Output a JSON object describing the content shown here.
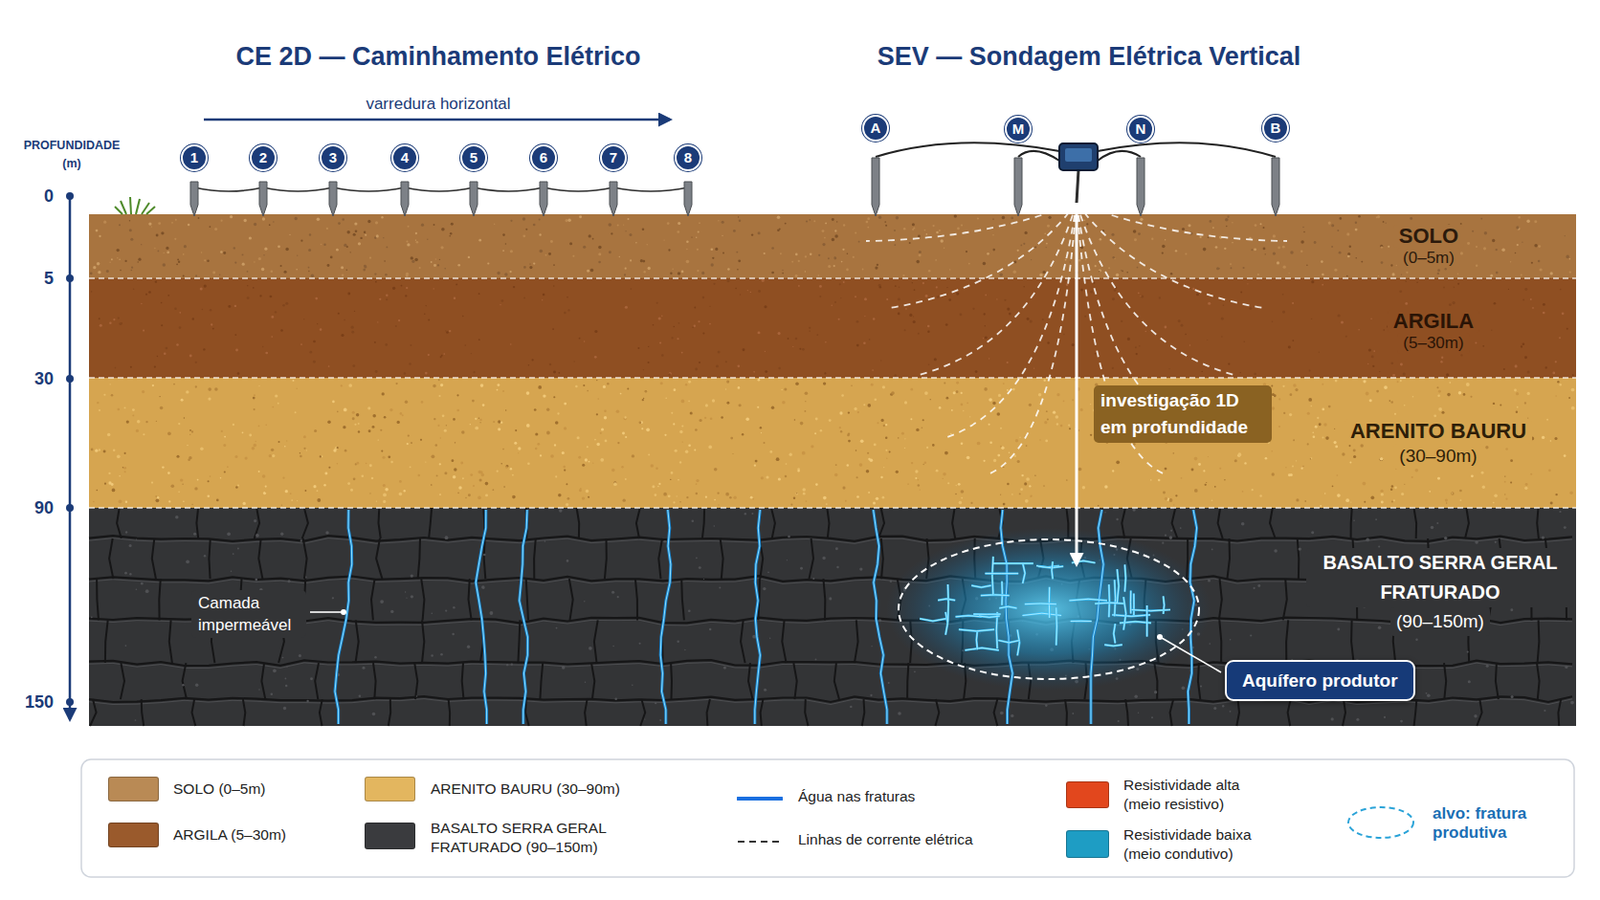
{
  "diagram": {
    "nodes": [
      {
        "text": [
          "1"
        ]
      },
      {
        "text": [
          "2"
        ]
      },
      {
        "text": [
          "3"
        ]
      },
      {
        "text": [
          "4"
        ]
      },
      {
        "text": [
          "5"
        ]
      },
      {
        "text": [
          "6"
        ]
      },
      {
        "text": [
          "7"
        ]
      },
      {
        "text": [
          "8"
        ]
      },
      {
        "text": [
          "A"
        ]
      },
      {
        "text": [
          "M"
        ]
      },
      {
        "text": [
          "N"
        ]
      },
      {
        "text": [
          "B"
        ]
      },
      {
        "text": [
          "SOLO",
          "(0–5m)"
        ]
      },
      {
        "text": [
          "ARGILA",
          "(5–30m)"
        ]
      },
      {
        "text": [
          "ARENITO BAURU",
          "(30–90m)"
        ]
      },
      {
        "text": [
          "BASALTO SERRA GERAL FRATURADO",
          "(90–150m)"
        ]
      },
      {
        "text": [
          "Aquífero produtor"
        ],
        "in": 15
      }
    ],
    "labels": [
      "CE 2D — Caminhamento Elétrico",
      "varredura horizontal",
      "SEV — Sondagem Elétrica Vertical",
      "PROFUNDIDADE (m)",
      "0",
      "5",
      "30",
      "90",
      "150",
      "investigação 1D em profundidade",
      "Camada impermeável"
    ],
    "legend": [
      {
        "text": "SOLO (0–5m)",
        "color": "#b98a55"
      },
      {
        "text": "ARGILA (5–30m)",
        "color": "#9a5a2c"
      },
      {
        "text": "ARENITO BAURU (30–90m)",
        "color": "#e3b65f"
      },
      {
        "text": "BASALTO SERRA GERAL FRATURADO (90–150m)",
        "color": "#3a3b3e"
      },
      {
        "text": "Água nas fraturas"
      },
      {
        "text": "Linhas de corrente elétrica"
      },
      {
        "text": "Resistividade alta (meio resistivo)",
        "color": "#e2471d"
      },
      {
        "text": "Resistividade baixa (meio condutivo)",
        "color": "#1e9dc4"
      },
      {
        "text": "alvo: fratura produtiva"
      }
    ]
  }
}
